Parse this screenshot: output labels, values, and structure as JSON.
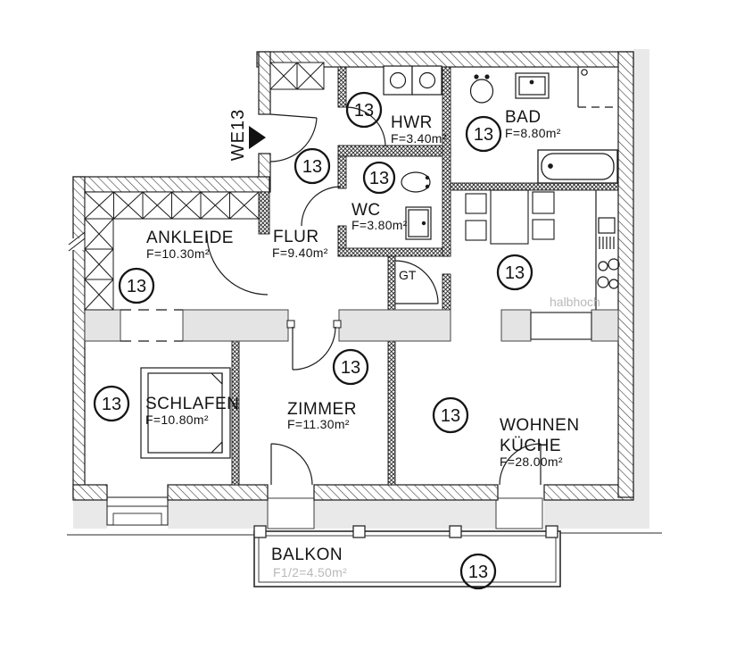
{
  "plan": {
    "unit_label": "WE13",
    "marker_label": "13",
    "rooms": {
      "hwr": {
        "name": "HWR",
        "area": "F=3.40m²"
      },
      "bad": {
        "name": "BAD",
        "area": "F=8.80m²"
      },
      "wc": {
        "name": "WC",
        "area": "F=3.80m²"
      },
      "flur": {
        "name": "FLUR",
        "area": "F=9.40m²"
      },
      "ankleide": {
        "name": "ANKLEIDE",
        "area": "F=10.30m²"
      },
      "schlafen": {
        "name": "SCHLAFEN",
        "area": "F=10.80m²"
      },
      "zimmer": {
        "name": "ZIMMER",
        "area": "F=11.30m²"
      },
      "wohnen_kueche": {
        "name_line1": "WOHNEN",
        "name_line2": "KÜCHE",
        "area": "F=28.00m²"
      },
      "balkon": {
        "name": "BALKON",
        "area": "F1/2=4.50m²"
      }
    },
    "annotations": {
      "door_tag": "GT",
      "half_height": "halbhoch"
    },
    "colors": {
      "line": "#1a1a1a",
      "exterior_fill": "#e9e9e9",
      "band_fill": "#e4e4e4",
      "muted_text": "#b9b9b9",
      "paper": "#ffffff"
    }
  }
}
